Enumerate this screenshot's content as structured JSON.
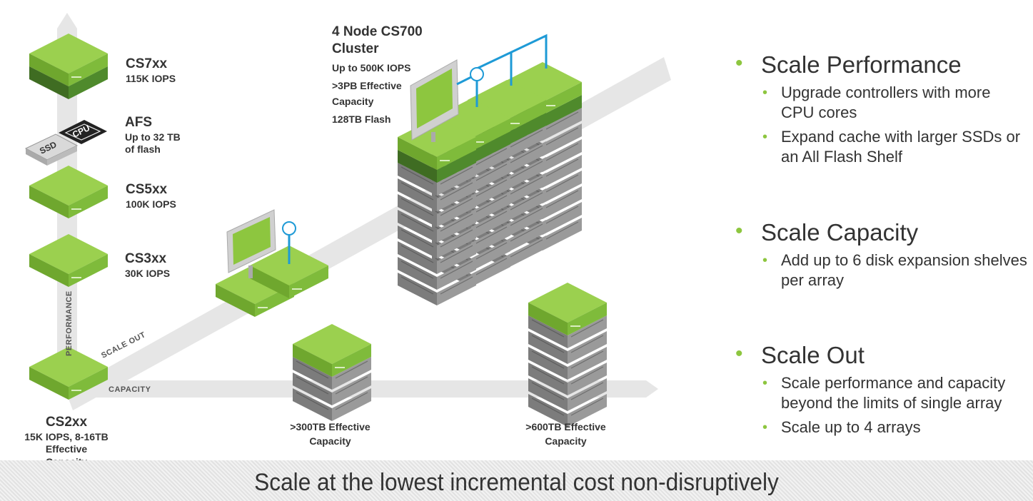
{
  "diagram": {
    "axes": {
      "performance": "PERFORMANCE",
      "scale_out": "SCALE OUT",
      "capacity": "CAPACITY"
    },
    "unit_tags": {
      "afs": "AFS",
      "ssd": "SSD",
      "cpu": "CPU"
    },
    "models": [
      {
        "name": "CS7xx",
        "detail": "115K IOPS"
      },
      {
        "name": "AFS",
        "detail": "Up to 32 TB",
        "detail2": "of flash"
      },
      {
        "name": "CS5xx",
        "detail": "100K IOPS"
      },
      {
        "name": "CS3xx",
        "detail": "30K IOPS"
      },
      {
        "name": "CS2xx",
        "detail": "15K IOPS,  8-16TB",
        "detail2": "Effective Capacity"
      }
    ],
    "cluster": {
      "title_line1": "4 Node CS700",
      "title_line2": "Cluster",
      "iops": "Up to 500K IOPS",
      "cap_line1": ">3PB Effective",
      "cap_line2": "Capacity",
      "flash": "128TB Flash"
    },
    "capacity_points": [
      {
        "line1": ">300TB Effective",
        "line2": "Capacity"
      },
      {
        "line1": ">600TB Effective",
        "line2": "Capacity"
      }
    ]
  },
  "bullets": [
    {
      "title": "Scale Performance",
      "items": [
        "Upgrade controllers with more CPU cores",
        "Expand cache with larger SSDs or an All Flash Shelf"
      ]
    },
    {
      "title": "Scale Capacity",
      "items": [
        "Add up to 6 disk expansion shelves per array"
      ]
    },
    {
      "title": "Scale Out",
      "items": [
        "Scale performance and capacity beyond the limits of single array",
        "Scale up to 4 arrays"
      ]
    }
  ],
  "tagline": "Scale at the lowest incremental cost non-disruptively",
  "colors": {
    "green": "#8dc63f",
    "dark_green": "#4f7d2c",
    "blue": "#1e9ad6",
    "grey_arrow": "#e6e6e6",
    "shelf": "#8a8a8a"
  }
}
